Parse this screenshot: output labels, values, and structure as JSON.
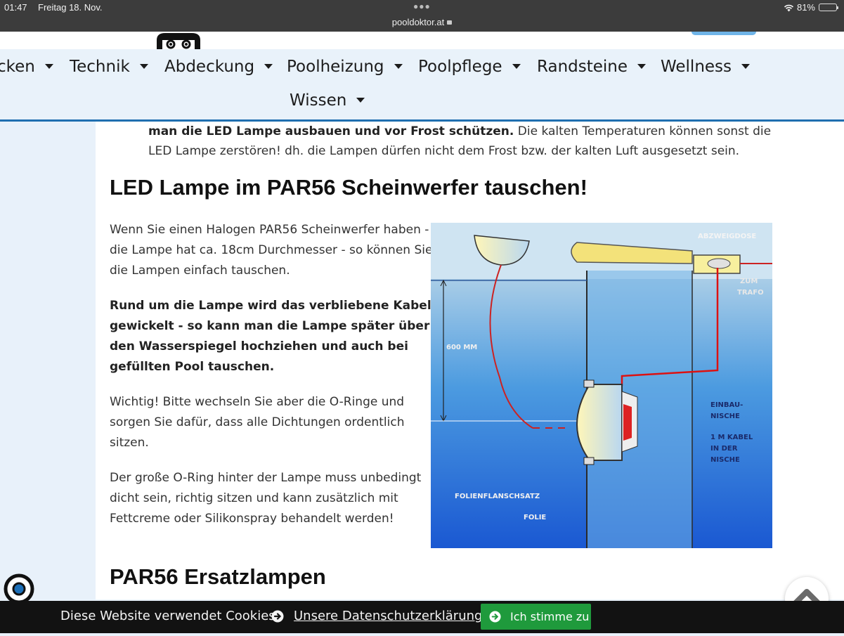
{
  "status_bar": {
    "time": "01:47",
    "date": "Freitag 18. Nov.",
    "url": "pooldoktor.at",
    "battery": "81%",
    "battery_level": 0.81
  },
  "nav": {
    "items": [
      {
        "label": "cken"
      },
      {
        "label": "Technik"
      },
      {
        "label": "Abdeckung"
      },
      {
        "label": "Poolheizung"
      },
      {
        "label": "Poolpflege"
      },
      {
        "label": "Randsteine"
      },
      {
        "label": "Wellness"
      },
      {
        "label": "Wissen"
      }
    ]
  },
  "content": {
    "intro_bold": "man die LED Lampe ausbauen und vor Frost schützen.",
    "intro_rest": " Die kalten Temperaturen können sonst die LED Lampe zerstören! dh. die Lampen dürfen nicht dem Frost bzw. der kalten Luft ausgesetzt sein.",
    "heading_led": "LED Lampe im PAR56 Scheinwerfer tauschen!",
    "p1": "Wenn Sie einen Halogen PAR56 Scheinwerfer haben - die Lampe hat ca. 18cm Durchmesser - so können Sie die Lampen einfach tauschen.",
    "p2": "Rund um die Lampe wird das verbliebene Kabel gewickelt - so kann man die Lampe später über den Wasserspiegel hochziehen und auch bei gefüllten Pool tauschen.",
    "p3": "Wichtig! Bitte wechseln Sie aber die O-Ringe und sorgen Sie dafür, dass alle Dichtungen ordentlich sitzen.",
    "p4": "Der große O-Ring hinter der Lampe muss unbedingt dicht sein, richtig sitzen und kann zusätzlich mit Fettcreme oder Silikonspray behandelt werden!",
    "heading_par": "PAR56 Ersatzlampen"
  },
  "diagram": {
    "label_abzweigdose": "ABZWEIGDOSE",
    "label_zum": "ZUM",
    "label_trafo": "TRAFO",
    "label_600mm": "600 MM",
    "label_einbau": "EINBAU-",
    "label_nische": "NISCHE",
    "label_kabel1": "1 M KABEL",
    "label_kabel2": "IN DER",
    "label_kabel3": "NISCHE",
    "label_folienflansch": "FOLIENFLANSCHSATZ",
    "label_folie": "FOLIE"
  },
  "cookie": {
    "text": "Diese Website verwendet Cookies.",
    "link": "Unsere Datenschutzerklärung.",
    "accept": "Ich stimme zu"
  }
}
